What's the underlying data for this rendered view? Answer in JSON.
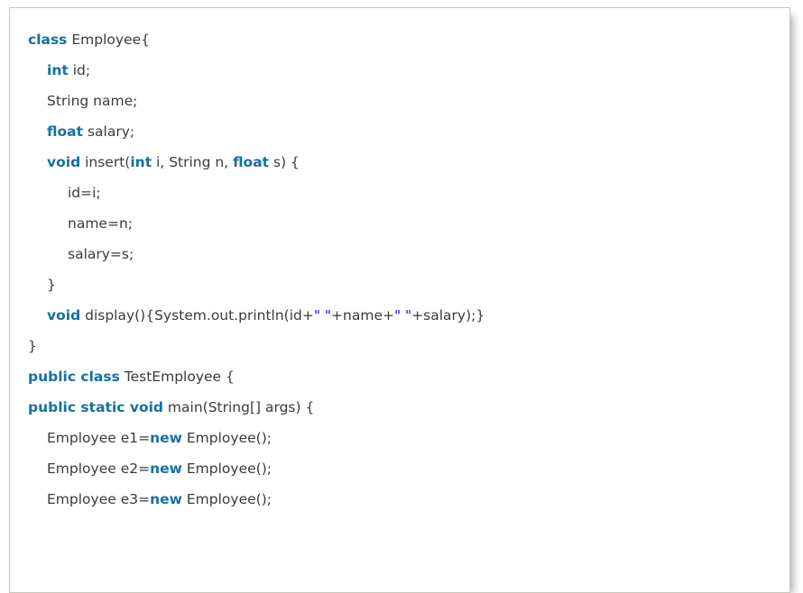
{
  "page": {
    "background": "#ffffff"
  },
  "code_block": {
    "language": "java",
    "colors": {
      "background": "#ffffff",
      "border": "#c6cab7",
      "text": "#3b3b3b",
      "keyword": "#16719f",
      "string": "#2a00ff"
    },
    "lines": [
      {
        "indent": 0,
        "segments": [
          {
            "text": "class",
            "type": "keyword"
          },
          {
            "text": " Employee{",
            "type": "plain"
          }
        ]
      },
      {
        "indent": 1,
        "segments": [
          {
            "text": "int",
            "type": "keyword"
          },
          {
            "text": " id;",
            "type": "plain"
          }
        ]
      },
      {
        "indent": 1,
        "segments": [
          {
            "text": "String name;",
            "type": "plain"
          }
        ]
      },
      {
        "indent": 1,
        "segments": [
          {
            "text": "float",
            "type": "keyword"
          },
          {
            "text": " salary;",
            "type": "plain"
          }
        ]
      },
      {
        "indent": 1,
        "segments": [
          {
            "text": "void",
            "type": "keyword"
          },
          {
            "text": " insert(",
            "type": "plain"
          },
          {
            "text": "int",
            "type": "keyword"
          },
          {
            "text": " i, String n, ",
            "type": "plain"
          },
          {
            "text": "float",
            "type": "keyword"
          },
          {
            "text": " s) {",
            "type": "plain"
          }
        ]
      },
      {
        "indent": 2,
        "segments": [
          {
            "text": "id=i;",
            "type": "plain"
          }
        ]
      },
      {
        "indent": 2,
        "segments": [
          {
            "text": "name=n;",
            "type": "plain"
          }
        ]
      },
      {
        "indent": 2,
        "segments": [
          {
            "text": "salary=s;",
            "type": "plain"
          }
        ]
      },
      {
        "indent": 1,
        "segments": [
          {
            "text": "}",
            "type": "plain"
          }
        ]
      },
      {
        "indent": 1,
        "segments": [
          {
            "text": "void",
            "type": "keyword"
          },
          {
            "text": " display(){System.out.println(id+",
            "type": "plain"
          },
          {
            "text": "\" \"",
            "type": "string"
          },
          {
            "text": "+name+",
            "type": "plain"
          },
          {
            "text": "\" \"",
            "type": "string"
          },
          {
            "text": "+salary);}",
            "type": "plain"
          }
        ]
      },
      {
        "indent": 0,
        "segments": [
          {
            "text": "}",
            "type": "plain"
          }
        ]
      },
      {
        "indent": 0,
        "segments": [
          {
            "text": "public class",
            "type": "keyword"
          },
          {
            "text": " TestEmployee {",
            "type": "plain"
          }
        ]
      },
      {
        "indent": 0,
        "segments": [
          {
            "text": "public static void",
            "type": "keyword"
          },
          {
            "text": " main(String[] args) {",
            "type": "plain"
          }
        ]
      },
      {
        "indent": 1,
        "segments": [
          {
            "text": "Employee e1=",
            "type": "plain"
          },
          {
            "text": "new",
            "type": "keyword"
          },
          {
            "text": " Employee();",
            "type": "plain"
          }
        ]
      },
      {
        "indent": 1,
        "segments": [
          {
            "text": "Employee e2=",
            "type": "plain"
          },
          {
            "text": "new",
            "type": "keyword"
          },
          {
            "text": " Employee();",
            "type": "plain"
          }
        ]
      },
      {
        "indent": 1,
        "segments": [
          {
            "text": "Employee e3=",
            "type": "plain"
          },
          {
            "text": "new",
            "type": "keyword"
          },
          {
            "text": " Employee();",
            "type": "plain"
          }
        ]
      }
    ]
  }
}
